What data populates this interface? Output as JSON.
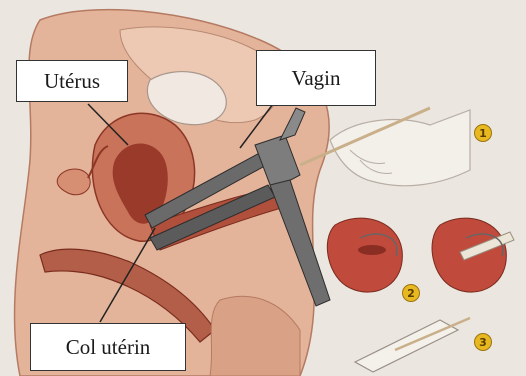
{
  "labels": {
    "uterus": "Utérus",
    "vagina": "Vagin",
    "cervix": "Col utérin"
  },
  "steps": [
    "1",
    "2",
    "3"
  ],
  "colors": {
    "background": "#ebe6e0",
    "tissue_light": "#e3b49a",
    "tissue_mid": "#c9735a",
    "tissue_dark": "#9a3a2a",
    "speculum_metal": "#6a6a6a",
    "label_border": "#333333",
    "step_badge": "#e8b820"
  }
}
